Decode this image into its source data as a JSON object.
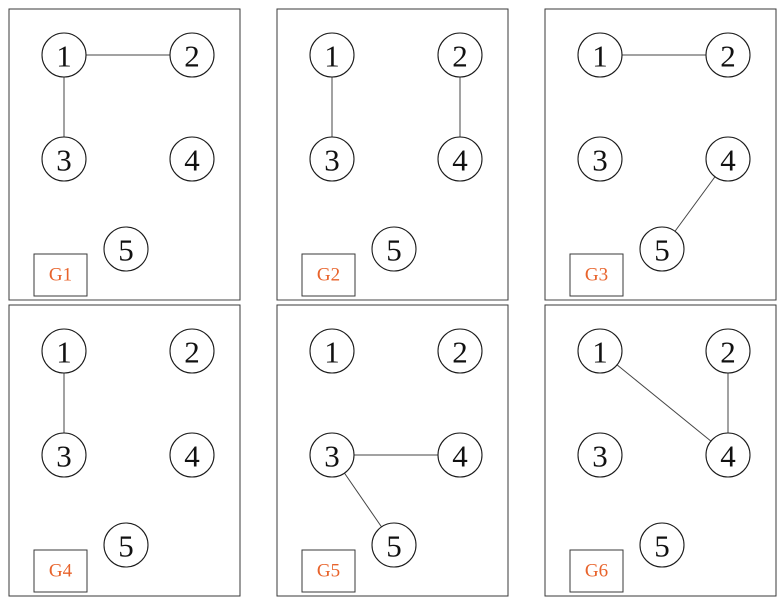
{
  "colors": {
    "label": "#e8632b",
    "stroke": "#1a1a1a"
  },
  "nodes": [
    "1",
    "2",
    "3",
    "4",
    "5"
  ],
  "graphs": [
    {
      "label": "G1",
      "edges": [
        [
          "1",
          "2"
        ],
        [
          "1",
          "3"
        ]
      ]
    },
    {
      "label": "G2",
      "edges": [
        [
          "1",
          "3"
        ],
        [
          "2",
          "4"
        ]
      ]
    },
    {
      "label": "G3",
      "edges": [
        [
          "1",
          "2"
        ],
        [
          "4",
          "5"
        ]
      ]
    },
    {
      "label": "G4",
      "edges": [
        [
          "1",
          "3"
        ]
      ]
    },
    {
      "label": "G5",
      "edges": [
        [
          "3",
          "4"
        ],
        [
          "3",
          "5"
        ]
      ]
    },
    {
      "label": "G6",
      "edges": [
        [
          "1",
          "4"
        ],
        [
          "2",
          "4"
        ]
      ]
    }
  ]
}
